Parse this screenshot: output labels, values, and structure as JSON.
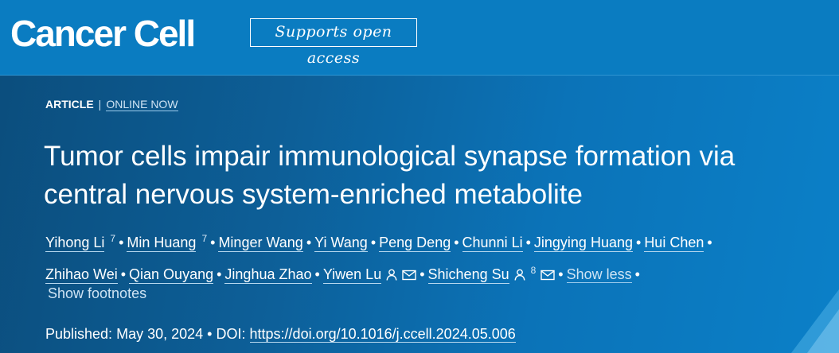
{
  "header": {
    "logo_text": "Cancer Cell",
    "badge_text": "Supports open access"
  },
  "article": {
    "type": "ARTICLE",
    "separator": "|",
    "status": "ONLINE NOW",
    "title_line1": "Tumor cells impair immunological synapse formation via",
    "title_line2": "central nervous system-enriched metabolite"
  },
  "authors": {
    "a1": "Yihong Li",
    "a1_sup": "7",
    "a2": "Min Huang",
    "a2_sup": "7",
    "a3": "Minger Wang",
    "a4": "Yi Wang",
    "a5": "Peng Deng",
    "a6": "Chunni Li",
    "a7": "Jingying Huang",
    "a8": "Hui Chen",
    "a9": "Zhihao Wei",
    "a10": "Qian Ouyang",
    "a11": "Jinghua Zhao",
    "a12": "Yiwen Lu",
    "a13": "Shicheng Su",
    "a13_sup": "8",
    "bullet": "•",
    "show_less": "Show less",
    "show_footnotes": "Show footnotes"
  },
  "publication": {
    "published_label": "Published:",
    "published_date": "May 30, 2024",
    "bullet": "•",
    "doi_label": "DOI:",
    "doi_url": "https://doi.org/10.1016/j.ccell.2024.05.006"
  },
  "icons": {
    "person": "person-icon",
    "email": "envelope-icon"
  },
  "colors": {
    "header_bg": "#0a7cc1",
    "text": "#ffffff",
    "link_muted": "#cfe4f4"
  }
}
